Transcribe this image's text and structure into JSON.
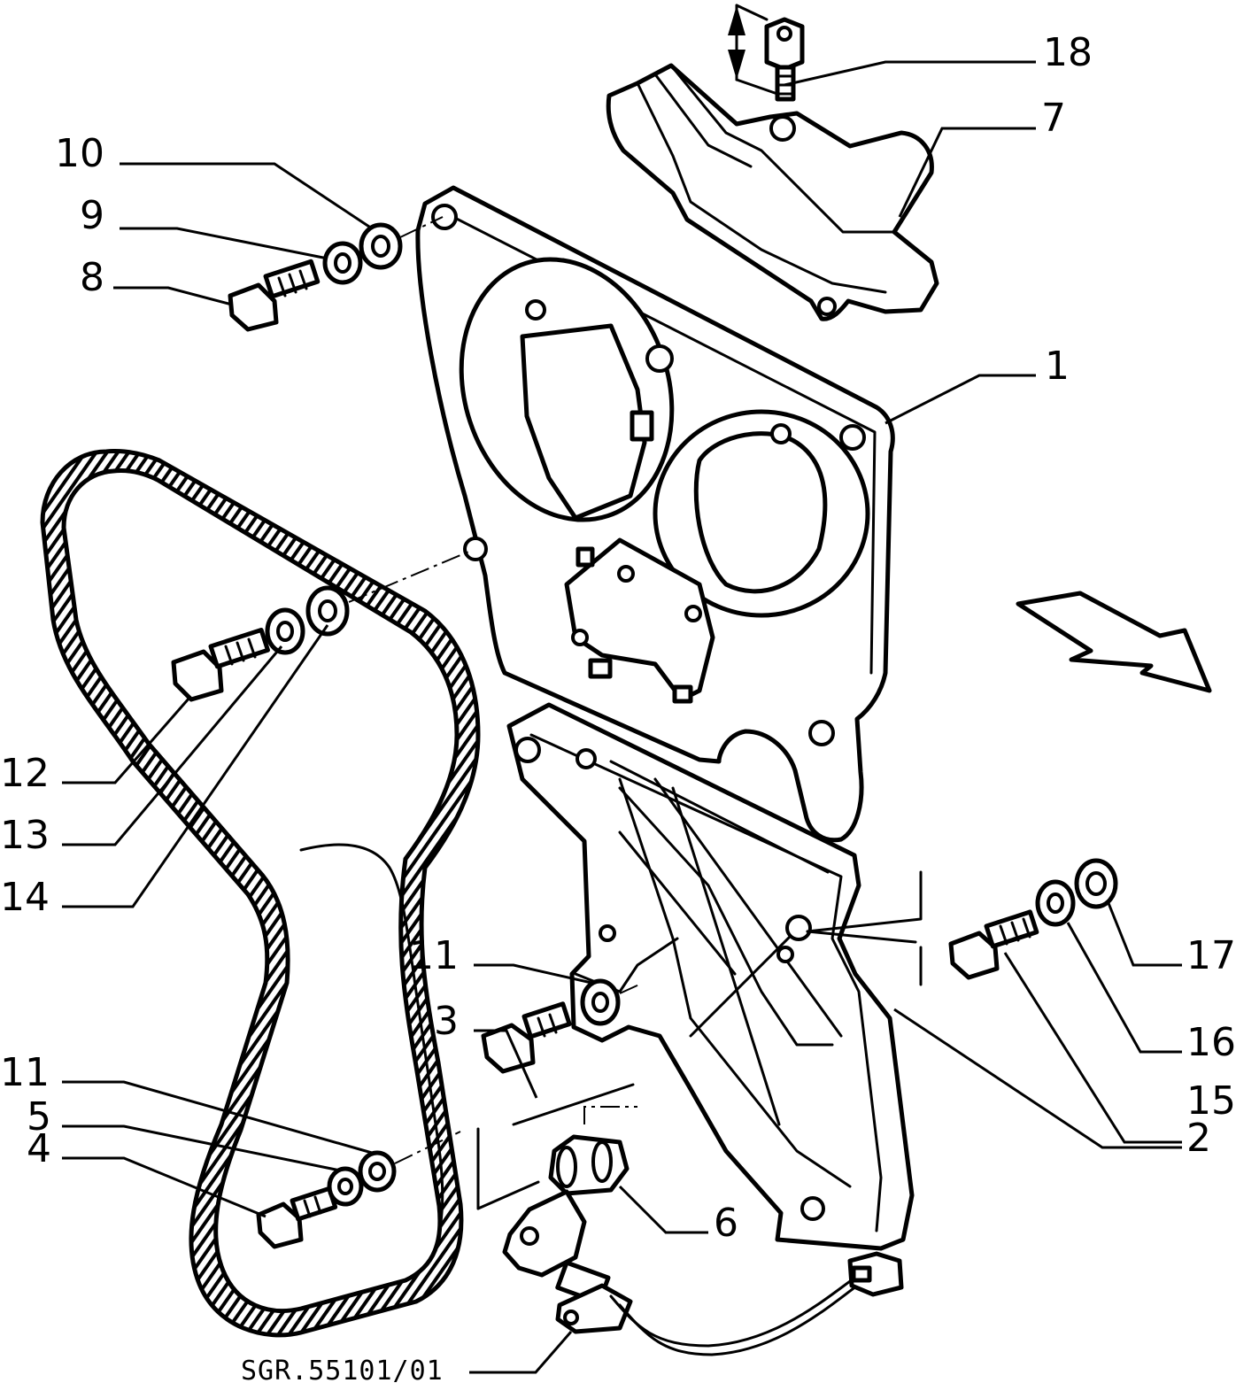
{
  "diagram": {
    "reference_code": "SGR.55101/01",
    "callouts": [
      {
        "id": "c18",
        "label": "18"
      },
      {
        "id": "c7",
        "label": "7"
      },
      {
        "id": "c10",
        "label": "10"
      },
      {
        "id": "c9",
        "label": "9"
      },
      {
        "id": "c8",
        "label": "8"
      },
      {
        "id": "c1",
        "label": "1"
      },
      {
        "id": "c12",
        "label": "12"
      },
      {
        "id": "c13",
        "label": "13"
      },
      {
        "id": "c14",
        "label": "14"
      },
      {
        "id": "c11a",
        "label": "11"
      },
      {
        "id": "c3",
        "label": "3"
      },
      {
        "id": "c11b",
        "label": "11"
      },
      {
        "id": "c5",
        "label": "5"
      },
      {
        "id": "c4",
        "label": "4"
      },
      {
        "id": "c17",
        "label": "17"
      },
      {
        "id": "c16",
        "label": "16"
      },
      {
        "id": "c15",
        "label": "15"
      },
      {
        "id": "c2",
        "label": "2"
      },
      {
        "id": "c6",
        "label": "6"
      }
    ]
  }
}
